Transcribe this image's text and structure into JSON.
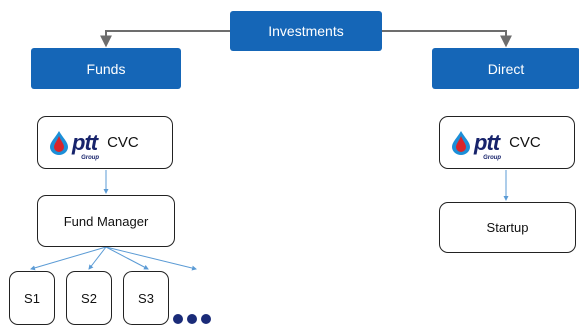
{
  "nodes": {
    "investments": "Investments",
    "funds": "Funds",
    "direct": "Direct",
    "cvc_label": "CVC",
    "ptt_logo": "ptt",
    "ptt_group": "Group",
    "fund_manager": "Fund Manager",
    "startup": "Startup",
    "s1": "S1",
    "s2": "S2",
    "s3": "S3"
  },
  "colors": {
    "header_blue": "#1566b7",
    "connector_gray": "#6d6d6d",
    "connector_blue": "#5b9bd5",
    "logo_navy": "#17236b",
    "logo_red": "#d9252a",
    "logo_blue": "#1c8fd8"
  }
}
